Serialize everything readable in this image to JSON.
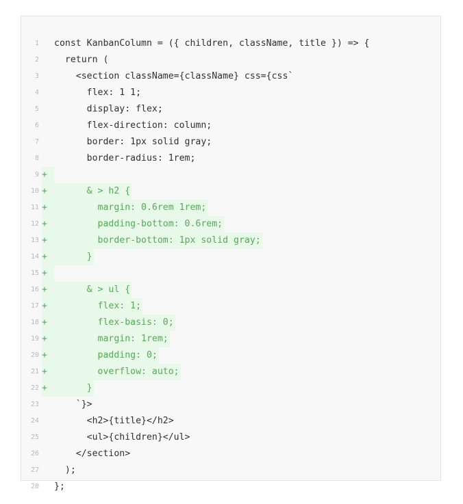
{
  "code_diff": {
    "lines": [
      {
        "number": "1",
        "marker": "",
        "text": "const KanbanColumn = ({ children, className, title }) => {",
        "added": false
      },
      {
        "number": "2",
        "marker": "",
        "text": "  return (",
        "added": false
      },
      {
        "number": "3",
        "marker": "",
        "text": "    <section className={className} css={css`",
        "added": false
      },
      {
        "number": "4",
        "marker": "",
        "text": "      flex: 1 1;",
        "added": false
      },
      {
        "number": "5",
        "marker": "",
        "text": "      display: flex;",
        "added": false
      },
      {
        "number": "6",
        "marker": "",
        "text": "      flex-direction: column;",
        "added": false
      },
      {
        "number": "7",
        "marker": "",
        "text": "      border: 1px solid gray;",
        "added": false
      },
      {
        "number": "8",
        "marker": "",
        "text": "      border-radius: 1rem;",
        "added": false
      },
      {
        "number": "9",
        "marker": "+",
        "text": "",
        "added": true
      },
      {
        "number": "10",
        "marker": "+",
        "text": "      & > h2 {",
        "added": true
      },
      {
        "number": "11",
        "marker": "+",
        "text": "        margin: 0.6rem 1rem;",
        "added": true
      },
      {
        "number": "12",
        "marker": "+",
        "text": "        padding-bottom: 0.6rem;",
        "added": true
      },
      {
        "number": "13",
        "marker": "+",
        "text": "        border-bottom: 1px solid gray;",
        "added": true
      },
      {
        "number": "14",
        "marker": "+",
        "text": "      }",
        "added": true
      },
      {
        "number": "15",
        "marker": "+",
        "text": "",
        "added": true
      },
      {
        "number": "16",
        "marker": "+",
        "text": "      & > ul {",
        "added": true
      },
      {
        "number": "17",
        "marker": "+",
        "text": "        flex: 1;",
        "added": true
      },
      {
        "number": "18",
        "marker": "+",
        "text": "        flex-basis: 0;",
        "added": true
      },
      {
        "number": "19",
        "marker": "+",
        "text": "        margin: 1rem;",
        "added": true
      },
      {
        "number": "20",
        "marker": "+",
        "text": "        padding: 0;",
        "added": true
      },
      {
        "number": "21",
        "marker": "+",
        "text": "        overflow: auto;",
        "added": true
      },
      {
        "number": "22",
        "marker": "+",
        "text": "      }",
        "added": true
      },
      {
        "number": "23",
        "marker": "",
        "text": "    `}>",
        "added": false
      },
      {
        "number": "24",
        "marker": "",
        "text": "      <h2>{title}</h2>",
        "added": false
      },
      {
        "number": "25",
        "marker": "",
        "text": "      <ul>{children}</ul>",
        "added": false
      },
      {
        "number": "26",
        "marker": "",
        "text": "    </section>",
        "added": false
      },
      {
        "number": "27",
        "marker": "",
        "text": "  );",
        "added": false
      },
      {
        "number": "28",
        "marker": "",
        "text": "};",
        "added": false
      }
    ]
  },
  "colors": {
    "panel_background": "#f8f8f8",
    "panel_border": "#e4e4e4",
    "line_number": "#b8b8b8",
    "code_text": "#303030",
    "added_text": "#57a85a",
    "added_background": "#e9f9e9"
  }
}
